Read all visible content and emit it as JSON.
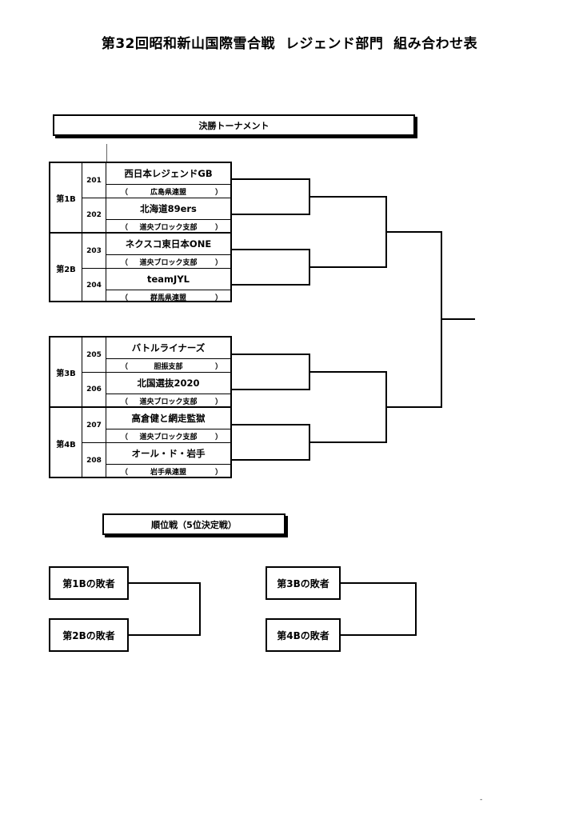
{
  "title": "第32回昭和新山国際雪合戦  レジェンド部門  組み合わせ表",
  "final_header": "決勝トーナメント",
  "placement_header": "順位戦（5位決定戦）",
  "blocks": [
    {
      "label": "第1B",
      "teams": [
        {
          "num": "201",
          "name": "西日本レジェンドGB",
          "aff": "広島県連盟"
        },
        {
          "num": "202",
          "name": "北海道89ers",
          "aff": "道央ブロック支部"
        }
      ]
    },
    {
      "label": "第2B",
      "teams": [
        {
          "num": "203",
          "name": "ネクスコ東日本ONE",
          "aff": "道央ブロック支部"
        },
        {
          "num": "204",
          "name": "teamJYL",
          "aff": "群馬県連盟"
        }
      ]
    },
    {
      "label": "第3B",
      "teams": [
        {
          "num": "205",
          "name": "バトルライナーズ",
          "aff": "胆振支部"
        },
        {
          "num": "206",
          "name": "北国選抜2020",
          "aff": "道央ブロック支部"
        }
      ]
    },
    {
      "label": "第4B",
      "teams": [
        {
          "num": "207",
          "name": "高倉健と網走監獄",
          "aff": "道央ブロック支部"
        },
        {
          "num": "208",
          "name": "オール・ド・岩手",
          "aff": "岩手県連盟"
        }
      ]
    }
  ],
  "paren_open": "（",
  "paren_close": "）",
  "losers": {
    "b1": "第1Bの敗者",
    "b2": "第2Bの敗者",
    "b3": "第3Bの敗者",
    "b4": "第4Bの敗者"
  },
  "footer_mark": "-"
}
